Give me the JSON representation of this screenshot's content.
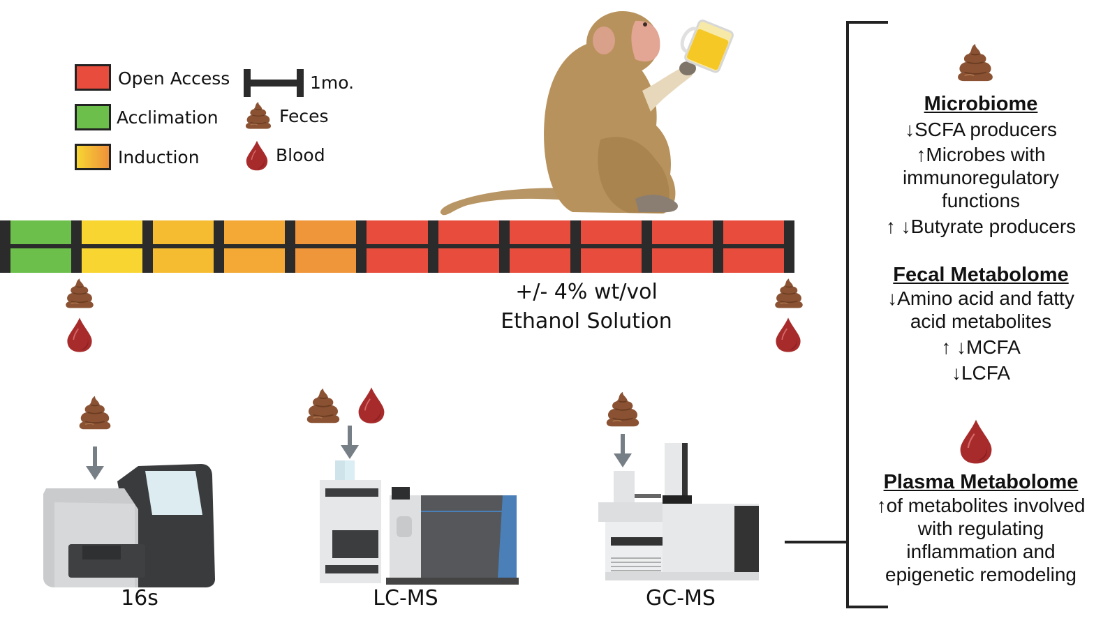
{
  "legend": {
    "phases": [
      {
        "label": "Open Access",
        "color": "#e84c3d"
      },
      {
        "label": "Acclimation",
        "color": "#6cbf4b"
      },
      {
        "label": "Induction",
        "color_start": "#f6d633",
        "color_end": "#f0913a"
      }
    ],
    "scale_label": "1mo.",
    "feces_label": "Feces",
    "blood_label": "Blood"
  },
  "timeline": {
    "segments": [
      {
        "phase": "Acclimation",
        "color": "#6cbf4b"
      },
      {
        "phase": "Induction",
        "color": "#f8d531"
      },
      {
        "phase": "Induction",
        "color": "#f5bc32"
      },
      {
        "phase": "Induction",
        "color": "#f4a936"
      },
      {
        "phase": "Induction",
        "color": "#ef953a"
      },
      {
        "phase": "Open Access",
        "color": "#e84c3d"
      },
      {
        "phase": "Open Access",
        "color": "#e84c3d"
      },
      {
        "phase": "Open Access",
        "color": "#e84c3d"
      },
      {
        "phase": "Open Access",
        "color": "#e84c3d"
      },
      {
        "phase": "Open Access",
        "color": "#e84c3d"
      },
      {
        "phase": "Open Access",
        "color": "#e84c3d"
      }
    ],
    "treatment_line1": "+/- 4% wt/vol",
    "treatment_line2": "Ethanol Solution"
  },
  "instruments": [
    {
      "label": "16s",
      "samples": [
        "feces"
      ]
    },
    {
      "label": "LC-MS",
      "samples": [
        "feces",
        "blood"
      ]
    },
    {
      "label": "GC-MS",
      "samples": [
        "feces"
      ]
    }
  ],
  "results": {
    "microbiome": {
      "title": "Microbiome",
      "lines": [
        "↓SCFA producers",
        "↑Microbes with",
        "immunoregulatory",
        "functions",
        "↑ ↓Butyrate producers"
      ]
    },
    "fecal": {
      "title": "Fecal Metabolome",
      "lines": [
        "↓Amino acid and fatty",
        "acid metabolites",
        "↑ ↓MCFA",
        "↓LCFA"
      ]
    },
    "plasma": {
      "title": "Plasma Metabolome",
      "lines": [
        "↑of metabolites involved",
        "with regulating",
        "inflammation and",
        "epigenetic remodeling"
      ]
    }
  }
}
